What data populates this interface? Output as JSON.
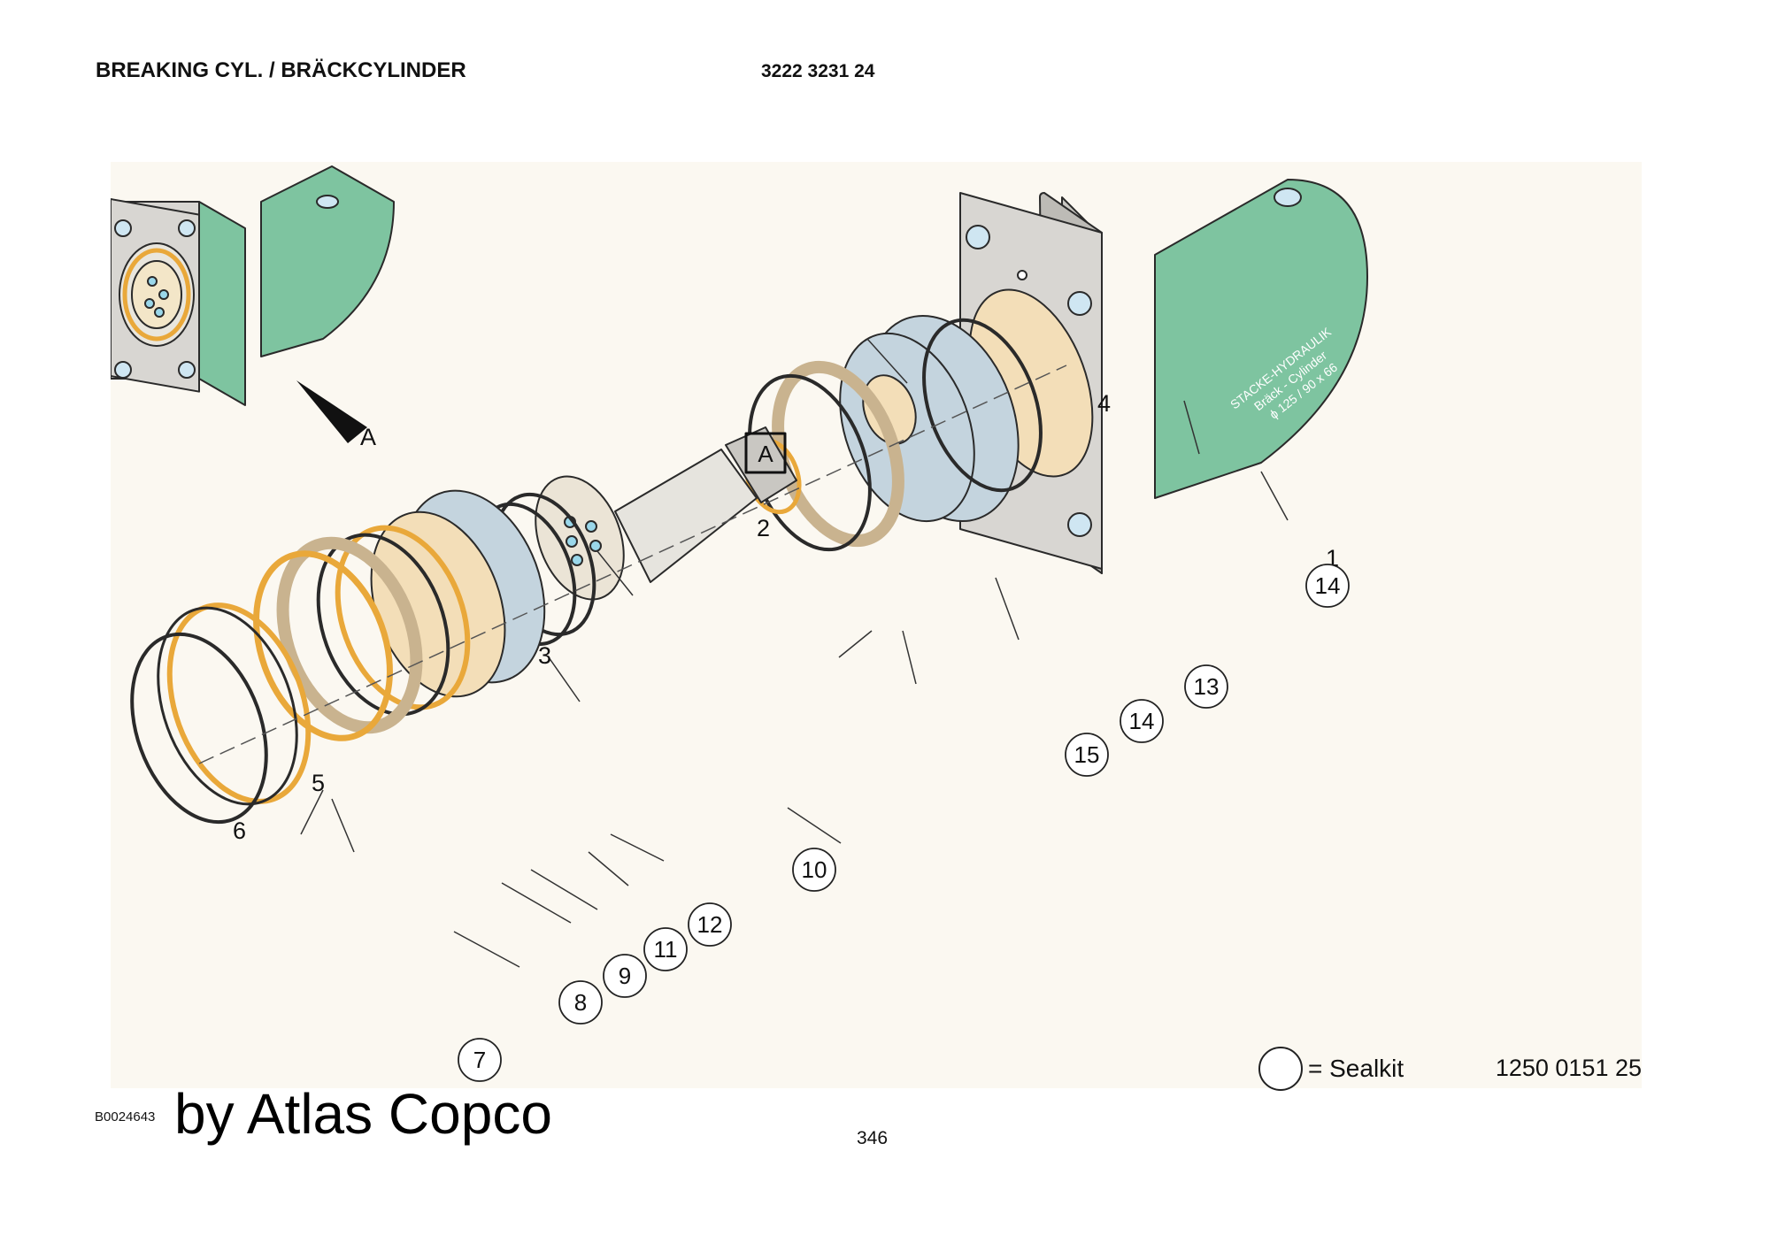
{
  "header": {
    "title": "BREAKING CYL. / BRÄCKCYLINDER",
    "part_number": "3222 3231 24"
  },
  "view_label": "A",
  "detail_box_label": "A",
  "cylinder_markings": {
    "maker": "STACKE-HYDRAULIK",
    "type": "Bräck - Cylinder",
    "size": "ϕ 125 / 90 x 66"
  },
  "parts": {
    "p1": "1",
    "p2": "2",
    "p3": "3",
    "p4": "4",
    "p5": "5",
    "p6": "6",
    "p7": "7",
    "p8": "8",
    "p9": "9",
    "p10": "10",
    "p11": "11",
    "p12": "12",
    "p13": "13",
    "p14a": "14",
    "p14b": "14",
    "p15": "15"
  },
  "legend": {
    "text": "= Sealkit"
  },
  "footer": {
    "diagram_number": "1250 0151 25",
    "ref_code": "B0024643",
    "brand": "by Atlas Copco",
    "page_number": "346"
  },
  "colors": {
    "cylinder_green": "#7ec4a0",
    "flange_grey": "#d8d6d2",
    "piston_blue": "#c4d4de",
    "seal_orange": "#e9a83a",
    "guide_tan": "#c9b38f",
    "bore_cream": "#f3deb8",
    "rod_grey": "#e6e4de",
    "panel_bg": "#fbf8f1"
  }
}
